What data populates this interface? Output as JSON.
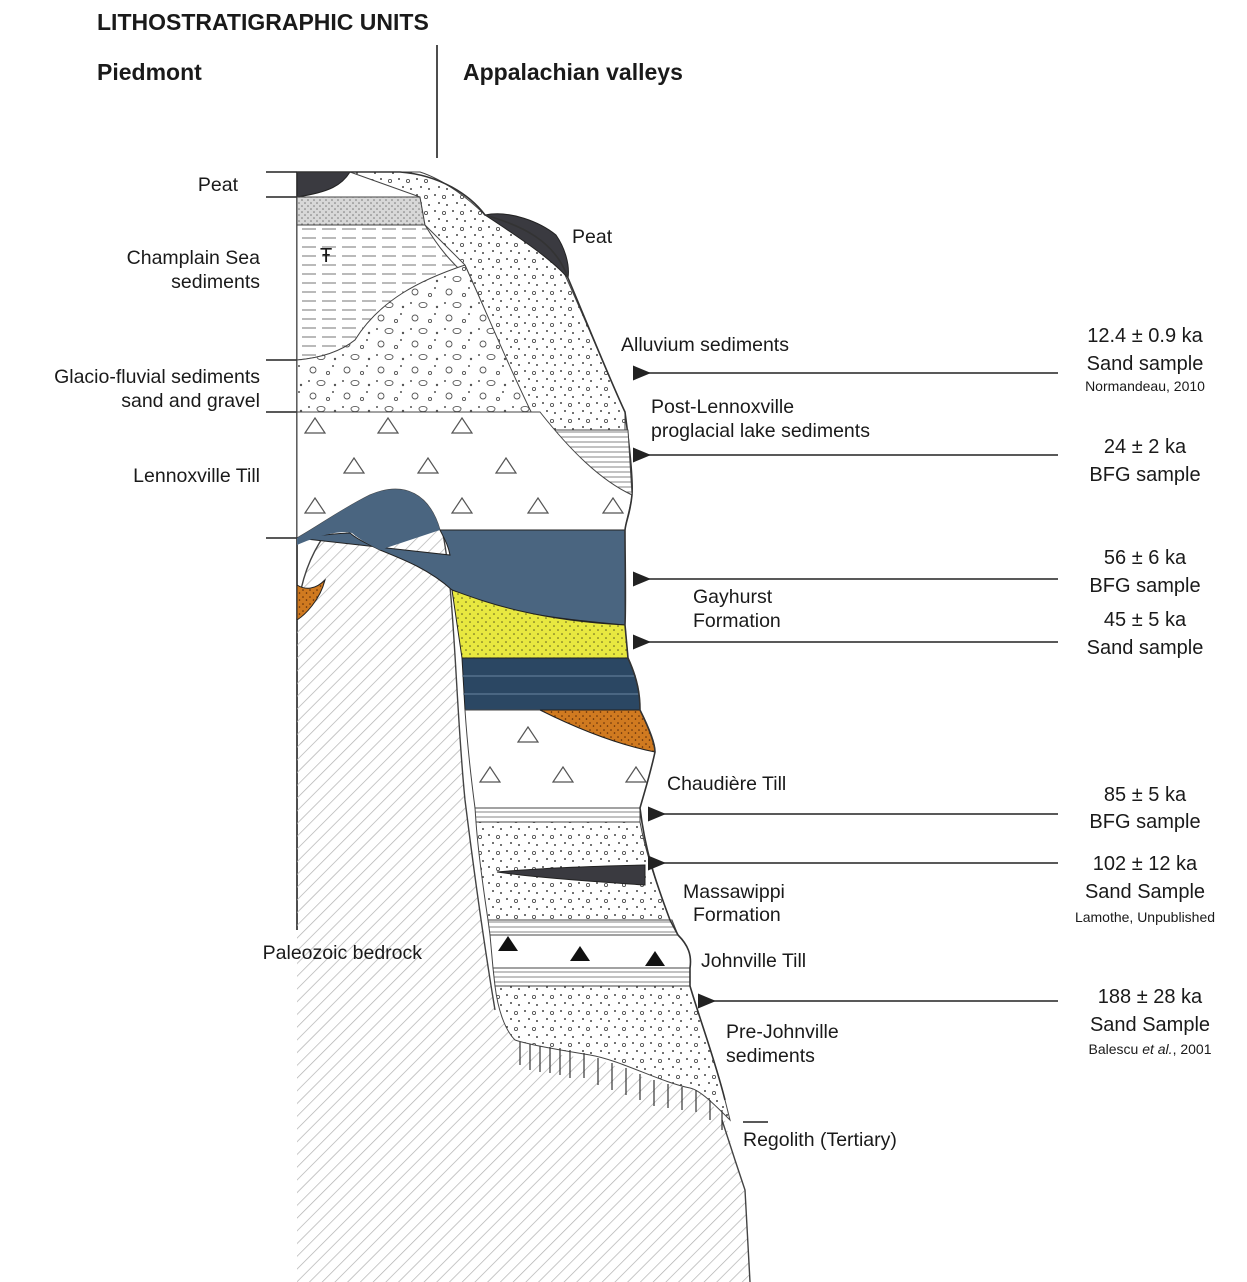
{
  "title": "LITHOSTRATIGRAPHIC UNITS",
  "columns": {
    "left": "Piedmont",
    "right": "Appalachian valleys"
  },
  "left_labels": {
    "peat": "Peat",
    "champlain_1": "Champlain Sea",
    "champlain_2": "sediments",
    "glacio_1": "Glacio-fluvial sediments",
    "glacio_2": "sand and gravel",
    "lennoxville": "Lennoxville Till",
    "bedrock": "Paleozoic bedrock"
  },
  "right_labels": {
    "peat": "Peat",
    "alluvium": "Alluvium sediments",
    "post_lennox_1": "Post-Lennoxville",
    "post_lennox_2": "proglacial lake sediments",
    "gayhurst_1": "Gayhurst",
    "gayhurst_2": "Formation",
    "chaudiere": "Chaudière Till",
    "massawippi_1": "Massawippi",
    "massawippi_2": "Formation",
    "johnville": "Johnville Till",
    "pre_johnville_1": "Pre-Johnville",
    "pre_johnville_2": "sediments",
    "regolith": "Regolith (Tertiary)"
  },
  "dates": [
    {
      "age": "12.4 ± 0.9 ka",
      "sample": "Sand sample",
      "ref": "Normandeau, 2010"
    },
    {
      "age": "24 ± 2 ka",
      "sample": "BFG sample",
      "ref": ""
    },
    {
      "age": "56 ± 6 ka",
      "sample": "BFG sample",
      "ref": ""
    },
    {
      "age": "45 ± 5 ka",
      "sample": "Sand sample",
      "ref": ""
    },
    {
      "age": "85 ± 5 ka",
      "sample": "BFG sample",
      "ref": ""
    },
    {
      "age": "102 ± 12 ka",
      "sample": "Sand Sample",
      "ref": "Lamothe, Unpublished"
    },
    {
      "age": "188 ± 28 ka",
      "sample": "Sand Sample",
      "ref_author": "Balescu ",
      "ref_etal": "et al.",
      "ref_year": ", 2001"
    }
  ],
  "colors": {
    "peat": "#3a3a40",
    "blue_gray": "#4a6580",
    "dark_blue": "#2b4763",
    "yellow": "#e8e840",
    "orange": "#d07a20",
    "bedrock_hatch": "#b8b8b8"
  }
}
